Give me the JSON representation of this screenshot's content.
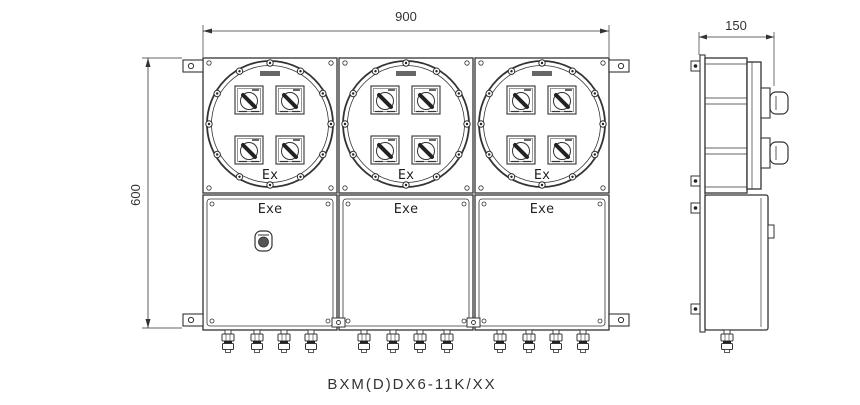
{
  "drawing": {
    "title": "BXM(D)DX6-11K/XX",
    "dimensions": {
      "width": "900",
      "height": "600",
      "depth": "150"
    },
    "front_view": {
      "upper_units": [
        {
          "label": "Ex"
        },
        {
          "label": "Ex"
        },
        {
          "label": "Ex"
        }
      ],
      "lower_units": [
        {
          "label": "Exe"
        },
        {
          "label": "Exe"
        },
        {
          "label": "Exe"
        }
      ]
    }
  },
  "colors": {
    "line": "#333333",
    "fill": "#ffffff",
    "dark": "#222222",
    "background": "#ffffff"
  }
}
